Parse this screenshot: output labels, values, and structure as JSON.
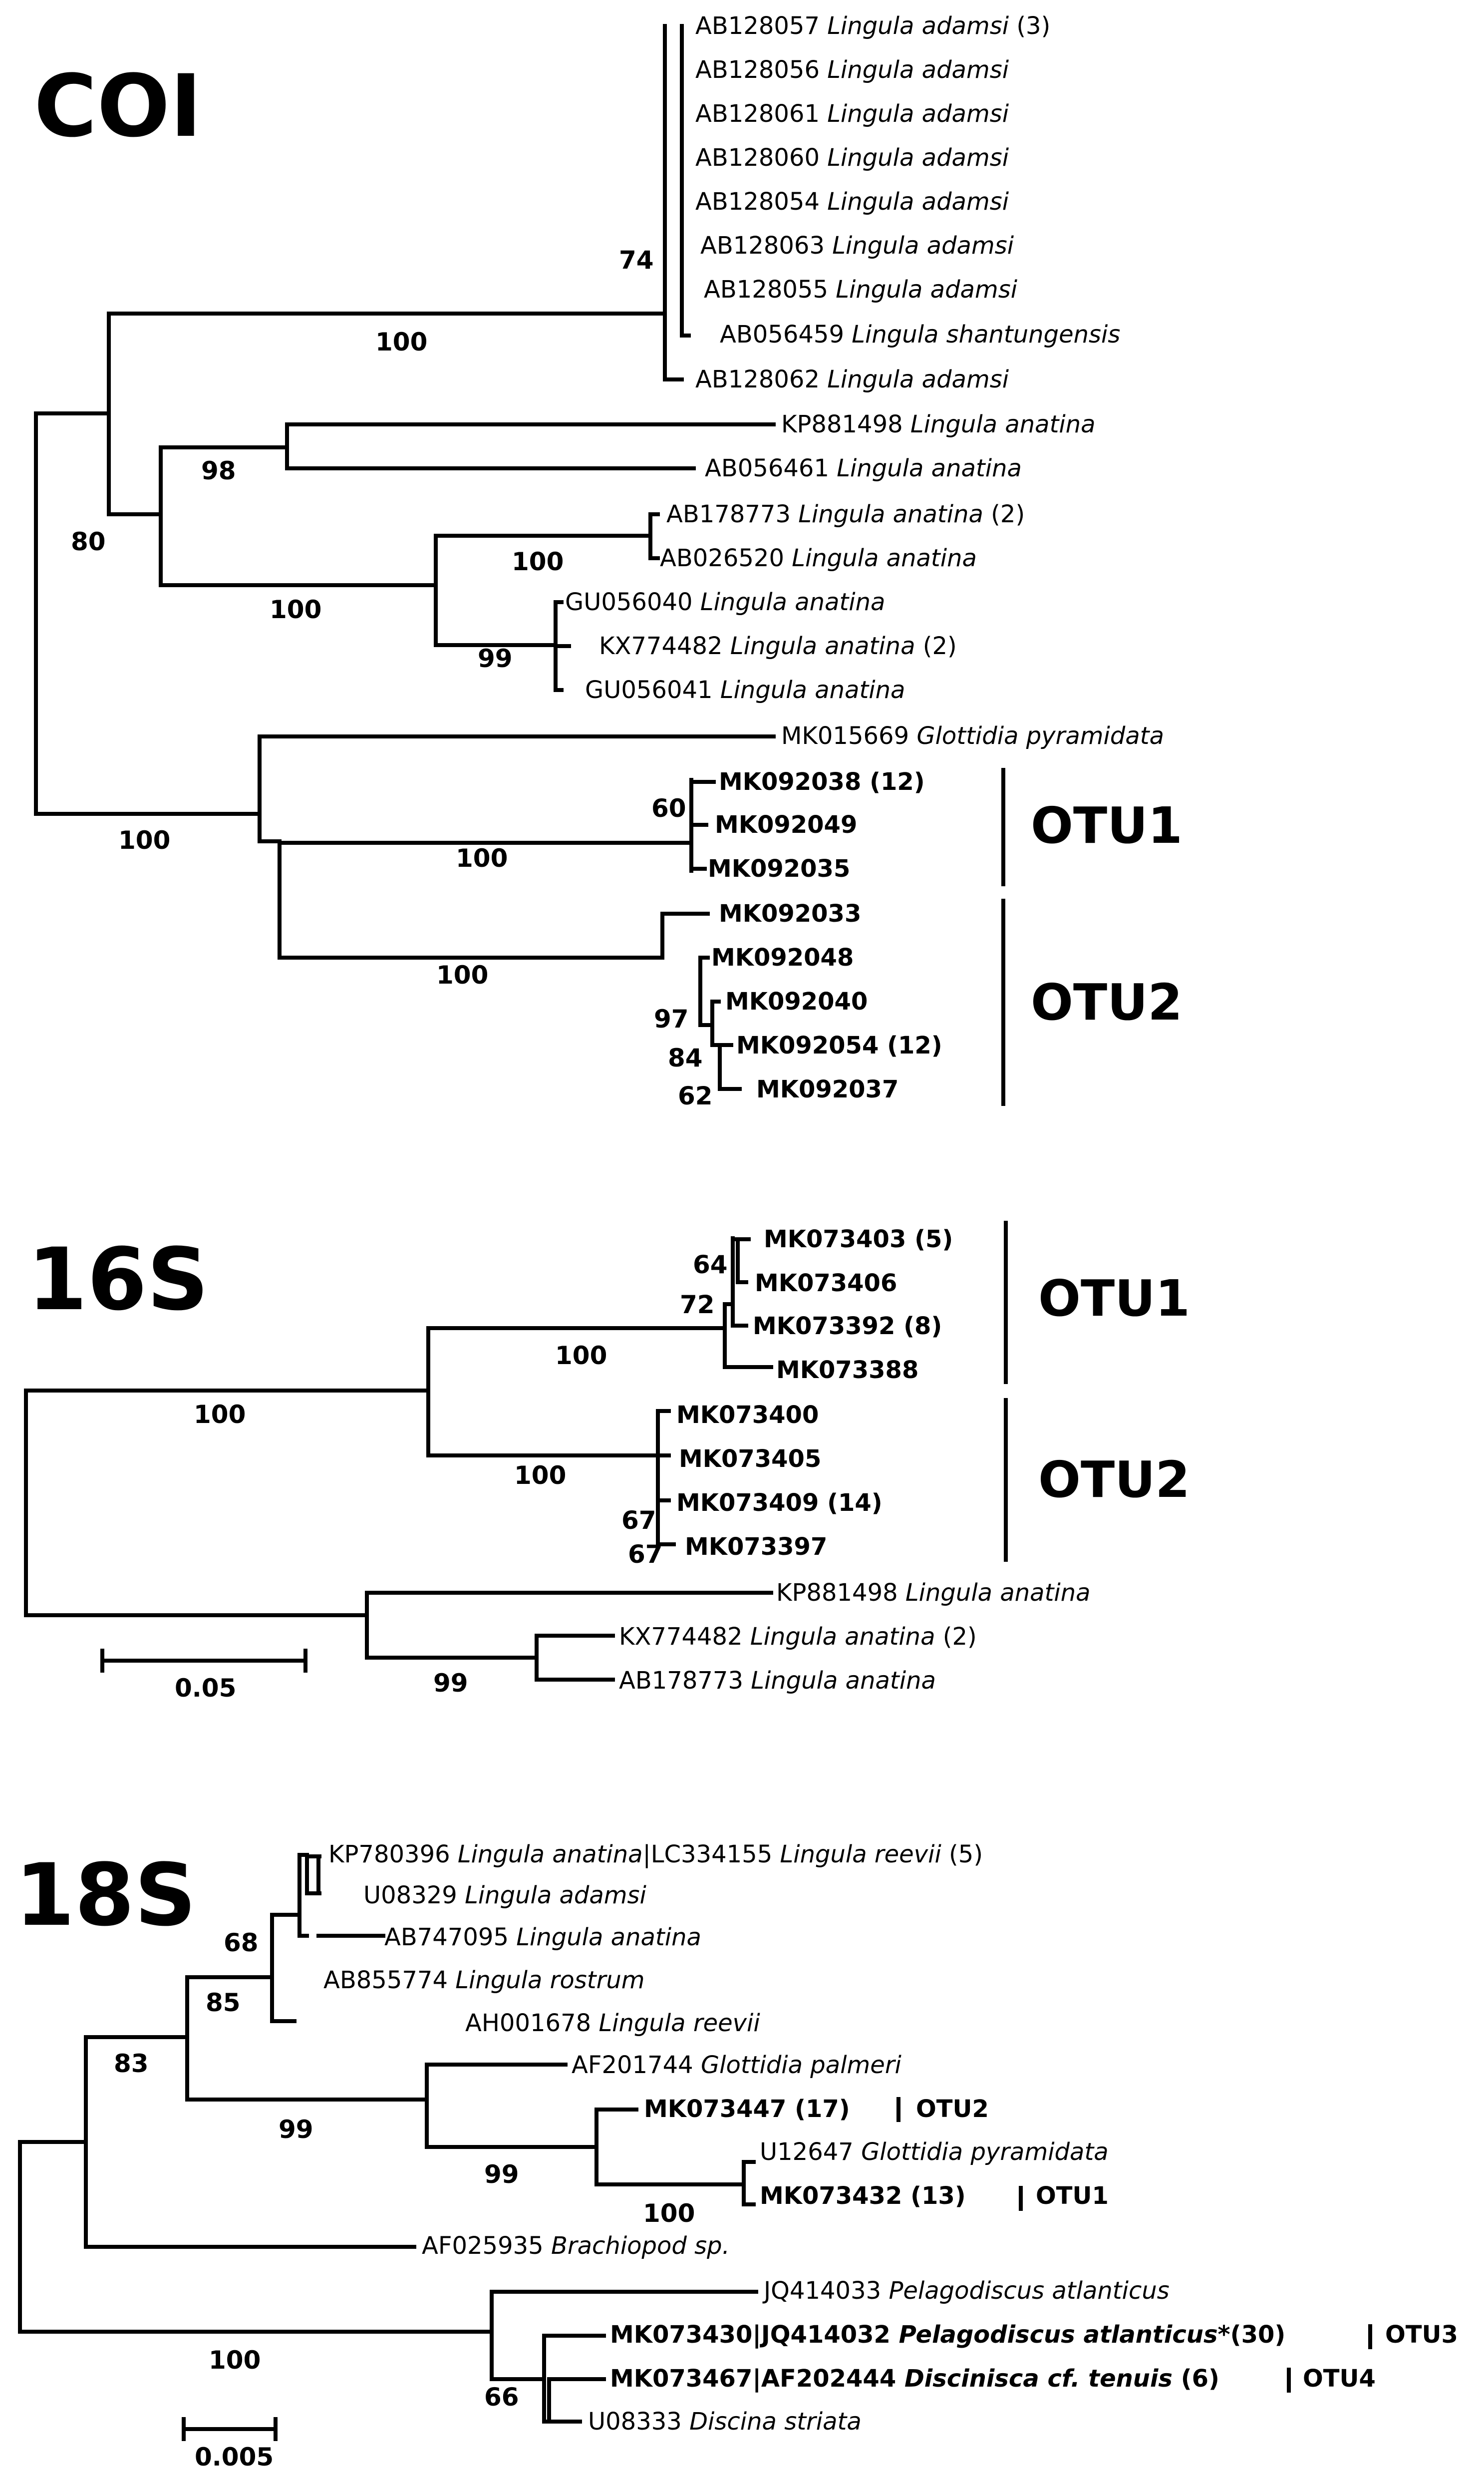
{
  "panels": {
    "coi": {
      "title": "COI",
      "tips": [
        {
          "accession": "AB128057",
          "species": "Lingula adamsi",
          "note": "(3)"
        },
        {
          "accession": "AB128056",
          "species": "Lingula adamsi",
          "note": ""
        },
        {
          "accession": "AB128061",
          "species": "Lingula adamsi",
          "note": ""
        },
        {
          "accession": "AB128060",
          "species": "Lingula adamsi",
          "note": ""
        },
        {
          "accession": "AB128054",
          "species": "Lingula adamsi",
          "note": ""
        },
        {
          "accession": "AB128063",
          "species": "Lingula adamsi",
          "note": ""
        },
        {
          "accession": "AB128055",
          "species": "Lingula adamsi",
          "note": ""
        },
        {
          "accession": "AB056459",
          "species": "Lingula shantungensis",
          "note": ""
        },
        {
          "accession": "AB128062",
          "species": "Lingula adamsi",
          "note": ""
        },
        {
          "accession": "KP881498",
          "species": "Lingula anatina",
          "note": ""
        },
        {
          "accession": "AB056461",
          "species": "Lingula anatina",
          "note": ""
        },
        {
          "accession": "AB178773",
          "species": "Lingula anatina",
          "note": "(2)"
        },
        {
          "accession": "AB026520",
          "species": "Lingula anatina",
          "note": ""
        },
        {
          "accession": "GU056040",
          "species": "Lingula anatina",
          "note": ""
        },
        {
          "accession": "KX774482",
          "species": "Lingula anatina",
          "note": "(2)"
        },
        {
          "accession": "GU056041",
          "species": "Lingula anatina",
          "note": ""
        },
        {
          "accession": "MK015669",
          "species": "Glottidia pyramidata",
          "note": ""
        },
        {
          "accession": "MK092038 (12)",
          "species": "",
          "note": "",
          "bold": true
        },
        {
          "accession": "MK092049",
          "species": "",
          "note": "",
          "bold": true
        },
        {
          "accession": "MK092035",
          "species": "",
          "note": "",
          "bold": true
        },
        {
          "accession": "MK092033",
          "species": "",
          "note": "",
          "bold": true
        },
        {
          "accession": "MK092048",
          "species": "",
          "note": "",
          "bold": true
        },
        {
          "accession": "MK092040",
          "species": "",
          "note": "",
          "bold": true
        },
        {
          "accession": "MK092054 (12)",
          "species": "",
          "note": "",
          "bold": true
        },
        {
          "accession": "MK092037",
          "species": "",
          "note": "",
          "bold": true
        }
      ],
      "bootstraps": [
        "74",
        "100",
        "98",
        "80",
        "100",
        "100",
        "99",
        "100",
        "60",
        "100",
        "100",
        "97",
        "84",
        "62"
      ],
      "otus": [
        "OTU1",
        "OTU2"
      ]
    },
    "s16": {
      "title": "16S",
      "tips": [
        {
          "accession": "MK073403 (5)",
          "species": "",
          "note": "",
          "bold": true
        },
        {
          "accession": "MK073406",
          "species": "",
          "note": "",
          "bold": true
        },
        {
          "accession": "MK073392 (8)",
          "species": "",
          "note": "",
          "bold": true
        },
        {
          "accession": "MK073388",
          "species": "",
          "note": "",
          "bold": true
        },
        {
          "accession": "MK073400",
          "species": "",
          "note": "",
          "bold": true
        },
        {
          "accession": "MK073405",
          "species": "",
          "note": "",
          "bold": true
        },
        {
          "accession": "MK073409 (14)",
          "species": "",
          "note": "",
          "bold": true
        },
        {
          "accession": "MK073397",
          "species": "",
          "note": "",
          "bold": true
        },
        {
          "accession": "KP881498",
          "species": "Lingula anatina",
          "note": ""
        },
        {
          "accession": "KX774482",
          "species": "Lingula anatina",
          "note": "(2)"
        },
        {
          "accession": "AB178773",
          "species": "Lingula anatina",
          "note": ""
        }
      ],
      "bootstraps": [
        "64",
        "72",
        "100",
        "100",
        "100",
        "67",
        "67",
        "99"
      ],
      "otus": [
        "OTU1",
        "OTU2"
      ],
      "scale": "0.05"
    },
    "s18": {
      "title": "18S",
      "tips": [
        {
          "accession": "KP780396",
          "species": "Lingula anatina",
          "sep": "|",
          "accession2": "LC334155",
          "species2": "Lingula reevii",
          "note": "(5)"
        },
        {
          "accession": "U08329",
          "species": "Lingula adamsi",
          "note": ""
        },
        {
          "accession": "AB747095",
          "species": "Lingula anatina",
          "note": ""
        },
        {
          "accession": "AB855774",
          "species": "Lingula rostrum",
          "note": ""
        },
        {
          "accession": "AH001678",
          "species": "Lingula reevii",
          "note": ""
        },
        {
          "accession": "AF201744",
          "species": "Glottidia palmeri",
          "note": ""
        },
        {
          "accession": "MK073447 (17)",
          "species": "",
          "note": "",
          "bold": true,
          "otu": "OTU2"
        },
        {
          "accession": "U12647",
          "species": "Glottidia pyramidata",
          "note": ""
        },
        {
          "accession": "MK073432 (13)",
          "species": "",
          "note": "",
          "bold": true,
          "otu": "OTU1"
        },
        {
          "accession": "AF025935",
          "species": "Brachiopod sp.",
          "note": ""
        },
        {
          "accession": "JQ414033",
          "species": "Pelagodiscus atlanticus",
          "note": ""
        },
        {
          "accession": "MK073430|JQ414032",
          "species": "Pelagodiscus atlanticus*",
          "note": "(30)",
          "bold": true,
          "otu": "OTU3"
        },
        {
          "accession": "MK073467|AF202444",
          "species": "Discinisca cf. tenuis",
          "note": "(6)",
          "bold": true,
          "otu": "OTU4"
        },
        {
          "accession": "U08333",
          "species": "Discina striata",
          "note": ""
        }
      ],
      "bootstraps": [
        "68",
        "85",
        "83",
        "99",
        "99",
        "100",
        "100",
        "66"
      ],
      "scale": "0.005"
    }
  }
}
